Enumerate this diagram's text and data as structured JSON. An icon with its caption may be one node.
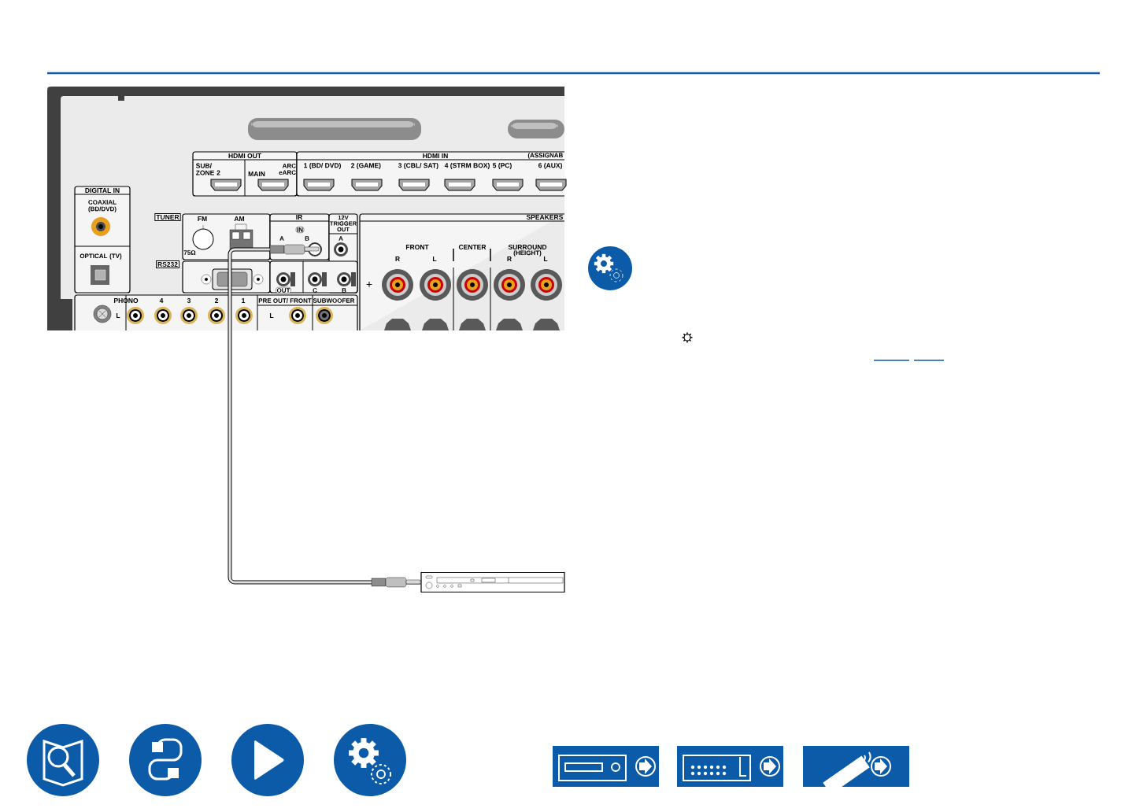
{
  "diagram": {
    "nodes": [
      {
        "text": [],
        "shape": "circle"
      },
      {
        "text": [],
        "shape": "picture"
      }
    ],
    "edges": [
      {
        "from": 0,
        "to": 1,
        "arrow": "other"
      }
    ],
    "labels": [
      "HDMI OUT",
      "HDMI IN",
      "(ASSIGNAB",
      "SUB/ ZONE 2",
      "MAIN",
      "ARC eARC",
      "1 (BD/ DVD)",
      "2 (GAME)",
      "3 (CBL/ SAT)",
      "4 (STRM BOX)",
      "5 (PC)",
      "6 (AUX)",
      "DIGITAL IN",
      "COAXIAL (BD/DVD)",
      "TUNER",
      "FM",
      "AM",
      "IR",
      "12V TRIGGER OUT",
      "SPEAKERS",
      "IN",
      "A",
      "B",
      "A",
      "75Ω",
      "FRONT",
      "CENTER",
      "SURROUND",
      "(HEIGHT)",
      "R",
      "L",
      "R",
      "L",
      "OPTICAL (TV)",
      "RS232",
      "+",
      "OUT",
      "C",
      "B",
      "PHONO",
      "4",
      "3",
      "2",
      "1",
      "PRE OUT/ FRONT",
      "SUBWOOFER",
      "L",
      "L"
    ]
  }
}
